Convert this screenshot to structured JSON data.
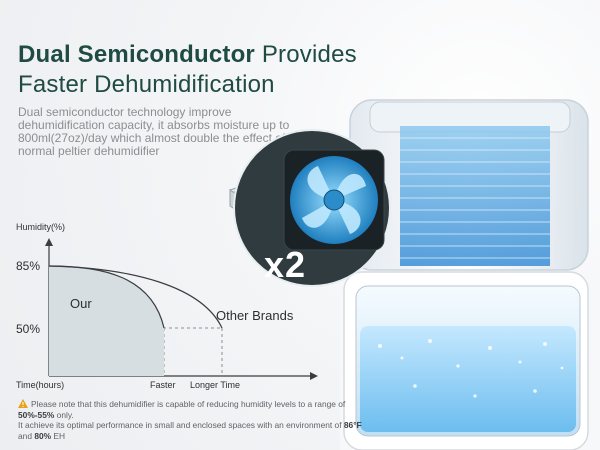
{
  "headline": {
    "bold": "Dual Semiconductor",
    "rest_line1": " Provides",
    "line2": "Faster Dehumidification"
  },
  "description": "Dual semiconductor technology improve dehumidification capacity, it absorbs moisture up to 800ml(27oz)/day which almost double the effect of the normal peltier dehumidifier",
  "callout": {
    "multiplier": "x2"
  },
  "chart_data": {
    "type": "area",
    "ylabel": "Humidity(%)",
    "xlabel": "Time(hours)",
    "y_ticks": [
      "85%",
      "50%"
    ],
    "x_ticks": [
      "Faster",
      "Longer Time"
    ],
    "series": [
      {
        "name": "Our",
        "points": [
          {
            "x": "start",
            "y": 85
          },
          {
            "x": "Faster",
            "y": 50
          }
        ]
      },
      {
        "name": "Other Brands",
        "points": [
          {
            "x": "start",
            "y": 85
          },
          {
            "x": "Longer Time",
            "y": 50
          }
        ]
      }
    ],
    "grid": false,
    "colors": {
      "our_fill": "#d7dee2",
      "line": "#3a3d41",
      "dashed": "#8a8f93"
    }
  },
  "note": {
    "line1_pre": "Please note that this dehumidifier is capable of reducing humidity levels to a range of ",
    "line1_bold": "50%-55%",
    "line1_post": " only.",
    "line2_pre": "It achieve its optimal performance in small and enclosed spaces with an environment of ",
    "line2_bold1": "86°F",
    "line2_mid": " and ",
    "line2_bold2": "80%",
    "line2_post": " EH"
  },
  "colors": {
    "brand": "#1f4b43",
    "fan_blue": "#2aa8e0",
    "warn": "#e8a21a"
  }
}
